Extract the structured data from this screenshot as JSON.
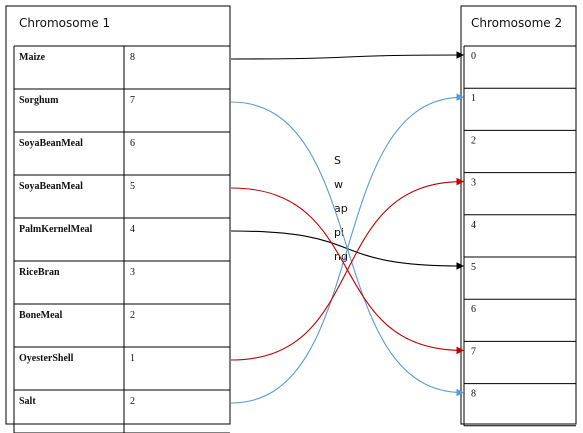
{
  "chromosome1": {
    "title": "Chromosome 1",
    "rows": [
      {
        "ingredient": "Maize",
        "value": "8"
      },
      {
        "ingredient": "Sorghum",
        "value": "7"
      },
      {
        "ingredient": "SoyaBeanMeal",
        "value": "6"
      },
      {
        "ingredient": "SoyaBeanMeal",
        "value": "5"
      },
      {
        "ingredient": "PalmKernelMeal",
        "value": "4"
      },
      {
        "ingredient": "RiceBran",
        "value": "3"
      },
      {
        "ingredient": "BoneMeal",
        "value": "2"
      },
      {
        "ingredient": "OyesterShell",
        "value": "1"
      },
      {
        "ingredient": "Salt",
        "value": "2"
      }
    ]
  },
  "chromosome2": {
    "title": "Chromosome  2",
    "genes": [
      "0",
      "1",
      "2",
      "3",
      "4",
      "5",
      "6",
      "7",
      "8"
    ]
  },
  "swap_label": [
    "S",
    "w",
    "ap",
    "pi",
    "ng"
  ],
  "connections": [
    {
      "from": 0,
      "to": 0,
      "color": "#000000"
    },
    {
      "from": 4,
      "to": 5,
      "color": "#000000"
    },
    {
      "from": 1,
      "to": 8,
      "color": "#5b9bd5"
    },
    {
      "from": 8,
      "to": 1,
      "color": "#5b9bd5"
    },
    {
      "from": 3,
      "to": 7,
      "color": "#c00000"
    },
    {
      "from": 7,
      "to": 3,
      "color": "#c00000"
    }
  ]
}
